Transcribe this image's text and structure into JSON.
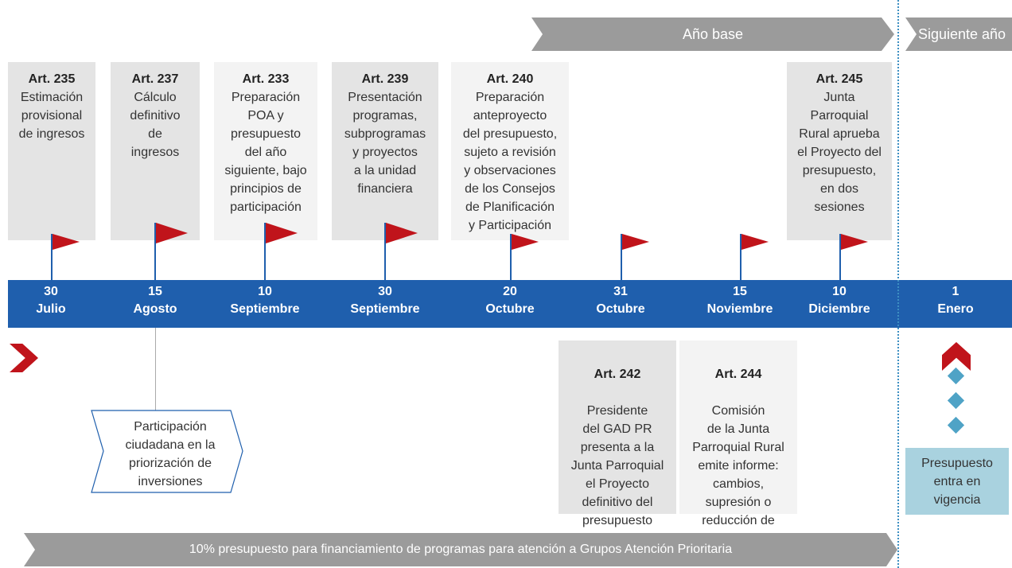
{
  "banners": {
    "base_year": "Año base",
    "next_year": "Siguiente año",
    "bottom": "10% presupuesto para financiamiento de programas para atención a Grupos Atención Prioritaria"
  },
  "articles_top": [
    {
      "num": "Art. 235",
      "desc": "Estimación\nprovisional\nde ingresos"
    },
    {
      "num": "Art. 237",
      "desc": "Cálculo\ndefinitivo\nde\ningresos"
    },
    {
      "num": "Art. 233",
      "desc": "Preparación\nPOA y\npresupuesto\ndel año\nsiguiente, bajo\nprincipios de\nparticipación"
    },
    {
      "num": "Art. 239",
      "desc": "Presentación\nprogramas,\nsubprogramas\ny proyectos\na la unidad\nfinanciera"
    },
    {
      "num": "Art. 240",
      "desc": "Preparación\nanteproyecto\ndel presupuesto,\nsujeto a revisión\ny observaciones\nde los Consejos\nde Planificación\ny Participación"
    },
    {
      "num": "Art. 245",
      "desc": "Junta\nParroquial\nRural aprueba\nel Proyecto del\npresupuesto,\nen dos\nsesiones"
    }
  ],
  "dates": [
    {
      "day": "30",
      "month": "Julio"
    },
    {
      "day": "15",
      "month": "Agosto"
    },
    {
      "day": "10",
      "month": "Septiembre"
    },
    {
      "day": "30",
      "month": "Septiembre"
    },
    {
      "day": "20",
      "month": "Octubre"
    },
    {
      "day": "31",
      "month": "Octubre"
    },
    {
      "day": "15",
      "month": "Noviembre"
    },
    {
      "day": "10",
      "month": "Diciembre"
    },
    {
      "day": "1",
      "month": "Enero"
    }
  ],
  "articles_bottom": [
    {
      "num": "Art. 242",
      "desc": "Presidente\ndel GAD PR\npresenta a la\nJunta Parroquial\nel Proyecto\ndefinitivo del\npresupuesto"
    },
    {
      "num": "Art. 244",
      "desc": "Comisión\nde la Junta\nParroquial Rural\nemite informe:\ncambios,\nsupresión o\nreducción de\nlos gastos"
    }
  ],
  "participation": "Participación\nciudadana en la\npriorización de\ninversiones",
  "vigencia": "Presupuesto\nentra en\nvigencia",
  "colors": {
    "timeline": "#1f5fad",
    "flag": "#c0141b",
    "banner": "#9b9b9b",
    "accent": "#4fa3c6"
  }
}
